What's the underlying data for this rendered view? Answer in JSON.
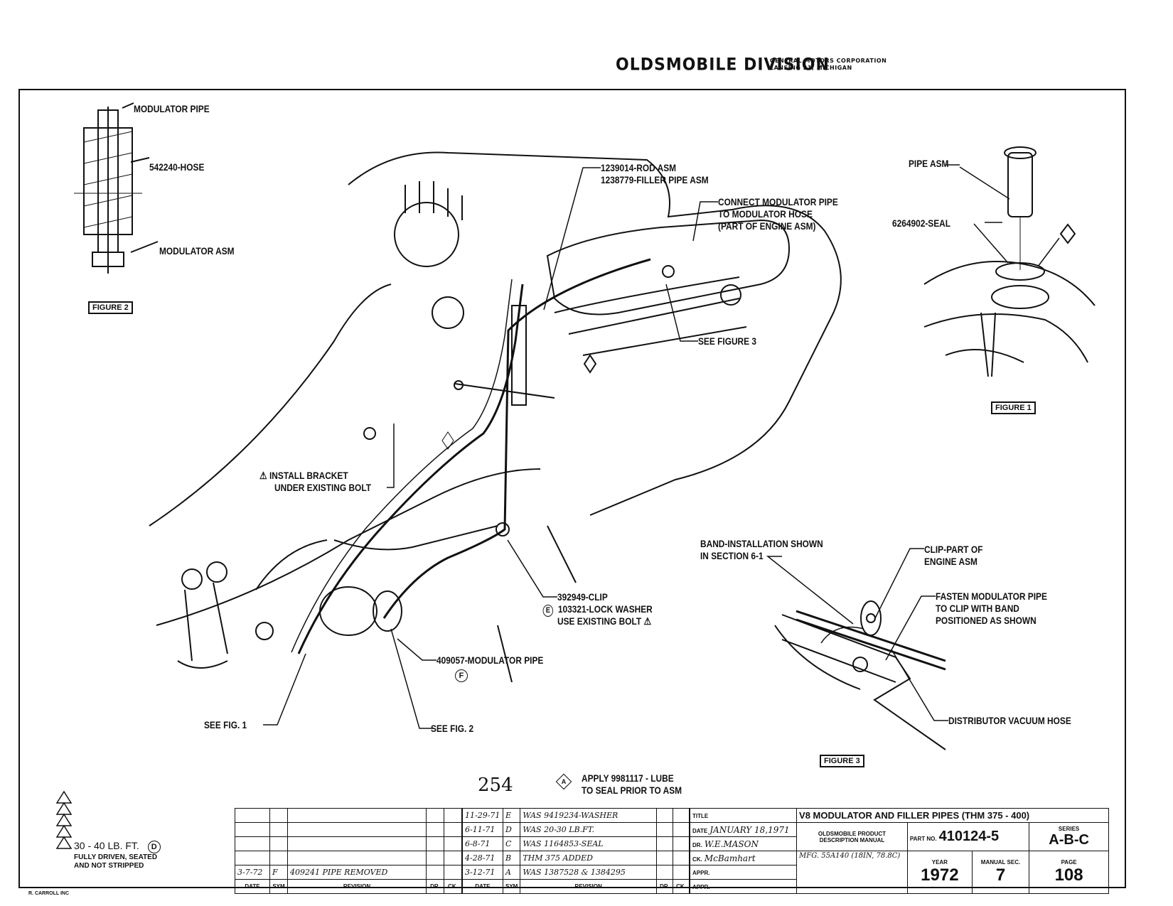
{
  "header": {
    "division": "OLDSMOBILE DIVISION",
    "corp_line1": "GENERAL MOTORS CORPORATION",
    "corp_line2": "LANSING 21, MICHIGAN"
  },
  "labels": {
    "modulator_pipe_top": "MODULATOR PIPE",
    "hose": "542240-HOSE",
    "modulator_asm": "MODULATOR ASM",
    "figure2": "FIGURE 2",
    "rod_asm": "1239014-ROD ASM",
    "filler_pipe_asm": "1238779-FILLER PIPE ASM",
    "connect_1": "CONNECT MODULATOR PIPE",
    "connect_2": "TO MODULATOR HOSE",
    "connect_3": "(PART OF ENGINE ASM)",
    "see_figure3": "SEE FIGURE 3",
    "pipe_asm": "PIPE ASM",
    "seal": "6264902-SEAL",
    "figure1": "FIGURE 1",
    "install_1": "INSTALL BRACKET",
    "install_2": "UNDER EXISTING BOLT",
    "band_1": "BAND-INSTALLATION SHOWN",
    "band_2": "IN SECTION 6-1",
    "clip_part_1": "CLIP-PART OF",
    "clip_part_2": "ENGINE ASM",
    "fasten_1": "FASTEN MODULATOR PIPE",
    "fasten_2": "TO CLIP WITH BAND",
    "fasten_3": "POSITIONED AS SHOWN",
    "clip": "392949-CLIP",
    "lock_washer": "103321-LOCK WASHER",
    "use_bolt": "USE EXISTING BOLT",
    "modulator_pipe": "409057-MODULATOR PIPE",
    "see_fig1": "SEE FIG. 1",
    "see_fig2": "SEE FIG. 2",
    "distributor_hose": "DISTRIBUTOR VACUUM HOSE",
    "figure3": "FIGURE 3",
    "page_number_hand": "254",
    "lube_1": "APPLY 9981117 - LUBE",
    "lube_2": "TO SEAL PRIOR TO ASM",
    "marker_a": "A",
    "marker_d": "D",
    "marker_e": "E",
    "marker_f": "F"
  },
  "legend": {
    "torque": "30 - 40 LB. FT.",
    "driven_1": "FULLY DRIVEN, SEATED",
    "driven_2": "AND NOT STRIPPED"
  },
  "title_block": {
    "title_label": "TITLE",
    "title": "V8 MODULATOR AND FILLER PIPES (THM 375 - 400)",
    "date_label": "DATE",
    "date": "JANUARY 18,1971",
    "dr_label": "DR.",
    "dr": "W.E.MASON",
    "ck_label": "CK.",
    "ck": "McBamhart",
    "appr_label": "APPR.",
    "manual_1": "OLDSMOBILE PRODUCT",
    "manual_2": "DESCRIPTION MANUAL",
    "part_label": "PART NO.",
    "part_no": "410124-5",
    "series_label": "SERIES",
    "series": "A-B-C",
    "mfg": "MFG. 55A140 (18IN, 78.8C)",
    "year_label": "YEAR",
    "year": "1972",
    "manual_sec_label": "MANUAL SEC.",
    "manual_sec": "7",
    "page_label": "PAGE",
    "page": "108"
  },
  "revisions_right": [
    {
      "date": "11-29-71",
      "sym": "E",
      "text": "WAS 9419234-WASHER"
    },
    {
      "date": "6-11-71",
      "sym": "D",
      "text": "WAS 20-30 LB.FT."
    },
    {
      "date": "6-8-71",
      "sym": "C",
      "text": "WAS 1164853-SEAL"
    },
    {
      "date": "4-28-71",
      "sym": "B",
      "text": "THM 375 ADDED"
    },
    {
      "date": "3-12-71",
      "sym": "A",
      "text": "WAS 1387528 & 1384295"
    }
  ],
  "revisions_left": [
    {
      "date": "3-7-72",
      "sym": "F",
      "text": "409241 PIPE REMOVED"
    }
  ],
  "rev_headers": {
    "date": "DATE",
    "sym": "SYM",
    "revision": "REVISION",
    "dr": "DR.",
    "ck": "CK."
  },
  "footer": "R. CARROLL INC"
}
